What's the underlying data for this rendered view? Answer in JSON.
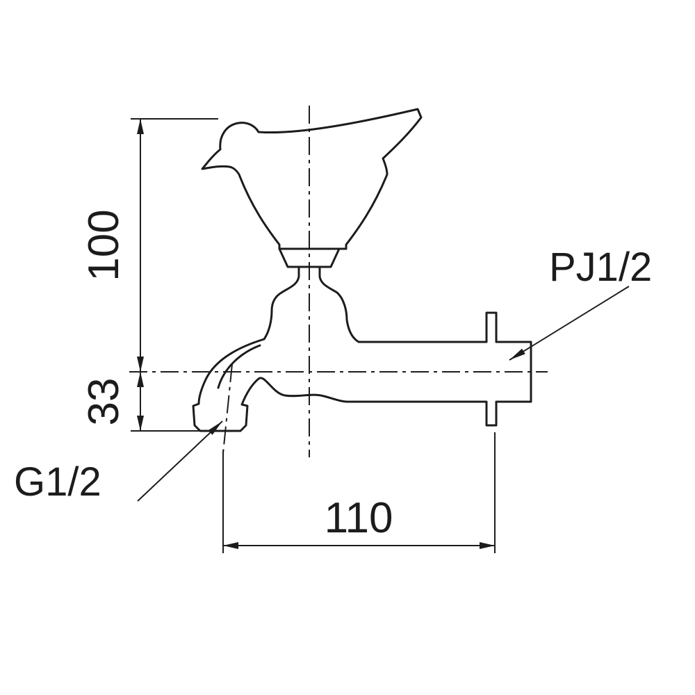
{
  "drawing": {
    "kind": "technical-dimension-drawing",
    "subject": "bird-handle wall faucet side view",
    "colors": {
      "line": "#1c1c1c",
      "background": "#ffffff"
    },
    "dims": {
      "d100": "100",
      "d33": "33",
      "d110": "110"
    },
    "labels": {
      "inlet_thread": "PJ1/2",
      "outlet_thread": "G1/2"
    }
  }
}
